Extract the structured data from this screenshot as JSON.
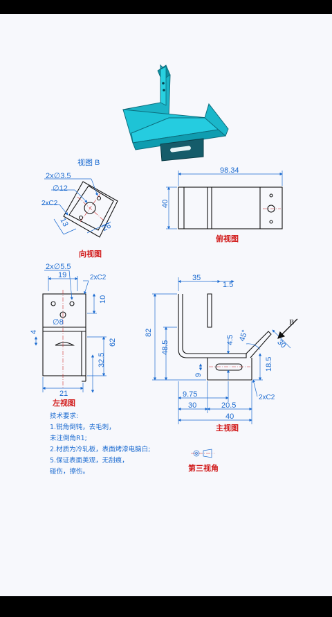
{
  "views": {
    "view_b": "视图 B",
    "direction": "向视图",
    "top": "俯视图",
    "left": "左视图",
    "main": "主视图",
    "third_angle": "第三视角"
  },
  "dims": {
    "holes_35": "2x∅3.5",
    "hole_12": "∅12",
    "chamfer": "2xC2",
    "d13": "13",
    "d26": "26",
    "d98_34": "98.34",
    "d40": "40",
    "holes_55": "2x∅5.5",
    "d19": "19",
    "d10": "10",
    "hole_8": "∅8",
    "d4": "4",
    "d62": "62",
    "d32_5": "32.5",
    "d21": "21",
    "d35": "35",
    "d1_5": "1.5",
    "d82": "82",
    "d48_5": "48.5",
    "d4_5": "4.5",
    "d45deg": "45°",
    "d30": "30",
    "letter_b": "B",
    "d9": "9",
    "d18_5": "18.5",
    "d9_75": "9.75",
    "d30b": "30",
    "d20_5": "20.5",
    "d40b": "40"
  },
  "notes": {
    "heading": "技术要求:",
    "line1": "1.锐角倒钝，去毛刺，",
    "line2": "未注倒角R1;",
    "line3": "2.材质为冷轧板，表面烤漆电脑白;",
    "line4": "5.保证表面美观，无刮痕，",
    "line5": "碰伤，擦伤。"
  },
  "colors": {
    "part": "#1ec3d6",
    "dimension": "#1a6ad0",
    "caption": "#d11a1a"
  }
}
